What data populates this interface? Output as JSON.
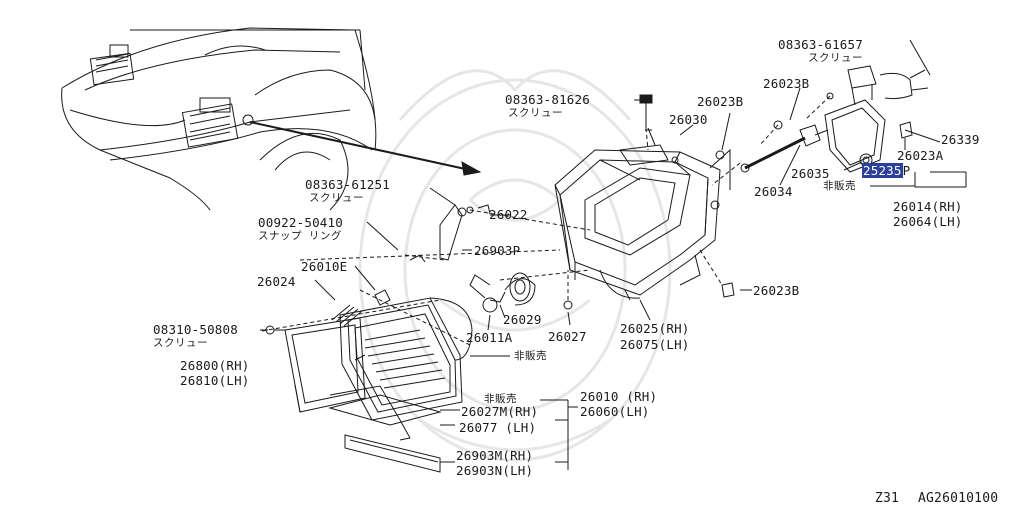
{
  "labels": {
    "p08363_61657": "08363-61657",
    "screw_1": "スクリュー",
    "p26023B_top": "26023B",
    "p08363_81626": "08363-81626",
    "screw_2": "スクリュー",
    "p26023B_mid": "26023B",
    "p26030": "26030",
    "p26339": "26339",
    "p26023A": "26023A",
    "p26035": "26035",
    "p25235": "25235",
    "p25235_suffix": "P",
    "not_sold_1": "非販売",
    "p26034": "26034",
    "p26014": "26014(RH)",
    "p26064": "26064(LH)",
    "p08363_61251": "08363-61251",
    "screw_3": "スクリュー",
    "p26022": "26022",
    "p00922_50410": "00922-50410",
    "snap_ring": "スナップ リング",
    "p26903P": "26903P",
    "p26010E": "26010E",
    "p26024": "26024",
    "p26023B_low": "26023B",
    "p08310_50808": "08310-50808",
    "screw_4": "スクリュー",
    "p26029": "26029",
    "p26027": "26027",
    "p26025": "26025(RH)",
    "p26075": "26075(LH)",
    "p26800": "26800(RH)",
    "p26810": "26810(LH)",
    "p26011A": "26011A",
    "not_sold_2": "非販売",
    "not_sold_3": "非販売",
    "p26010": "26010 (RH)",
    "p26060": "26060(LH)",
    "p26027M": "26027M(RH)",
    "p26077": "26077  (LH)",
    "p26903M": "26903M(RH)",
    "p26903N": "26903N(LH)"
  },
  "footer": {
    "model": "Z31",
    "diagram_ref": "AG26010100"
  },
  "colors": {
    "line": "#1a1a1a",
    "highlight": "#2c3f9c",
    "watermark": "#e6e6e6"
  }
}
